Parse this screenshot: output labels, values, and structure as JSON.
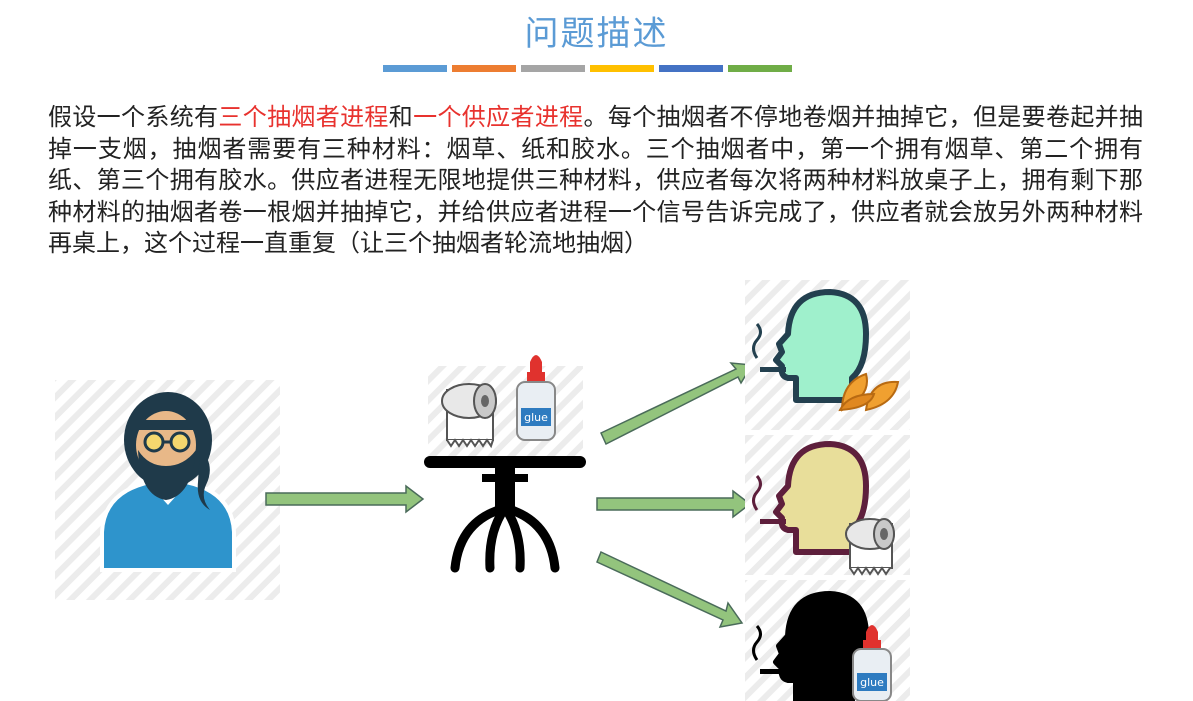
{
  "title": "问题描述",
  "bar_colors": [
    "#5B9BD5",
    "#ED7D31",
    "#A5A5A5",
    "#FFC000",
    "#4472C4",
    "#70AD47"
  ],
  "paragraph": {
    "part1": "假设一个系统有",
    "hl1": "三个抽烟者进程",
    "part2": "和",
    "hl2": "一个供应者进程",
    "part3": "。每个抽烟者不停地卷烟并抽掉它，但是要卷起并抽掉一支烟，抽烟者需要有三种材料：烟草、纸和胶水。三个抽烟者中，第一个拥有烟草、第二个拥有纸、第三个拥有胶水。供应者进程无限地提供三种材料，供应者每次将两种材料放桌子上，拥有剩下那种材料的抽烟者卷一根烟并抽掉它，并给供应者进程一个信号告诉完成了，供应者就会放另外两种材料再桌上，这个过程一直重复（让三个抽烟者轮流地抽烟）",
    "highlight_color": "#e8322e"
  },
  "glue_label": "glue",
  "colors": {
    "arrow_fill": "#93C47D",
    "smoker1_head": "#9FF0CC",
    "smoker2_head": "#E8DE9A",
    "smoker3_head": "#000000",
    "supplier_shirt": "#2E94CC",
    "supplier_hair": "#1F3A4A",
    "tobacco": "#F0A030"
  }
}
